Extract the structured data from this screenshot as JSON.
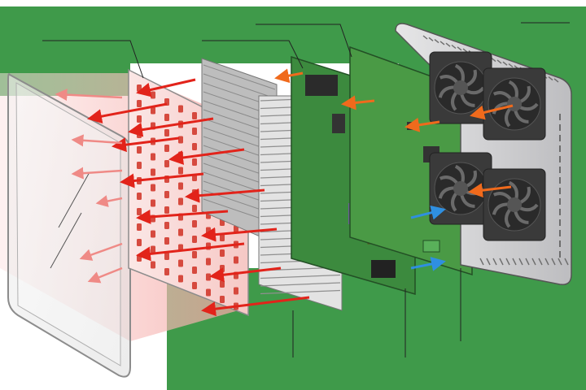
{
  "diagram": {
    "subject": "exploded-led-grow-light",
    "colors": {
      "background_green": "#3f9a4a",
      "arrow_red": "#e2231a",
      "arrow_orange": "#f06a1c",
      "arrow_blue": "#2f8fe0",
      "pcb_green": "#3c8a3e",
      "heatsink_grey": "#d9d9d9",
      "housing_grey": "#cfcfd1",
      "led_red": "#d23a2e",
      "transformer_yellow": "#e8c436"
    },
    "layers": [
      {
        "name": "glass-cover"
      },
      {
        "name": "led-panel"
      },
      {
        "name": "heatsink"
      },
      {
        "name": "driver-board"
      },
      {
        "name": "control-board"
      },
      {
        "name": "fan-housing",
        "fan_count": 4
      }
    ],
    "callout_lines": 7,
    "labels": []
  }
}
